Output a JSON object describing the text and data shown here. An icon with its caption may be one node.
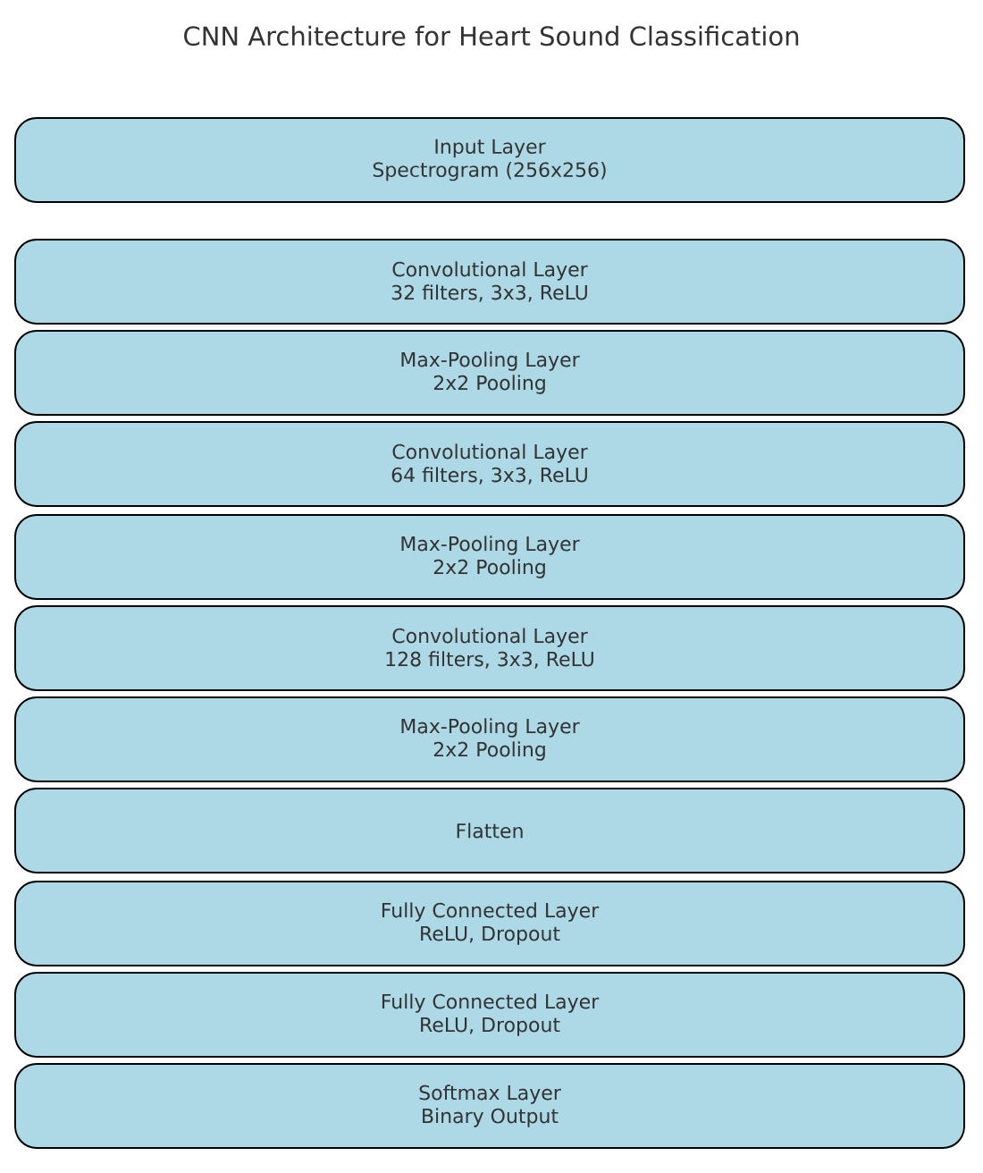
{
  "diagram": {
    "title": "CNN Architecture for Heart Sound Classification",
    "nodes": [
      {
        "text": [
          "Input Layer",
          "Spectrogram (256x256)"
        ]
      },
      {
        "text": [
          "Convolutional Layer",
          "32 filters, 3x3, ReLU"
        ]
      },
      {
        "text": [
          "Max-Pooling Layer",
          "2x2 Pooling"
        ]
      },
      {
        "text": [
          "Convolutional Layer",
          "64 filters, 3x3, ReLU"
        ]
      },
      {
        "text": [
          "Max-Pooling Layer",
          "2x2 Pooling"
        ]
      },
      {
        "text": [
          "Convolutional Layer",
          "128 filters, 3x3, ReLU"
        ]
      },
      {
        "text": [
          "Max-Pooling Layer",
          "2x2 Pooling"
        ]
      },
      {
        "text": [
          "Flatten"
        ]
      },
      {
        "text": [
          "Fully Connected Layer",
          "ReLU, Dropout"
        ]
      },
      {
        "text": [
          "Fully Connected Layer",
          "ReLU, Dropout"
        ]
      },
      {
        "text": [
          "Softmax Layer",
          "Binary Output"
        ]
      }
    ]
  }
}
